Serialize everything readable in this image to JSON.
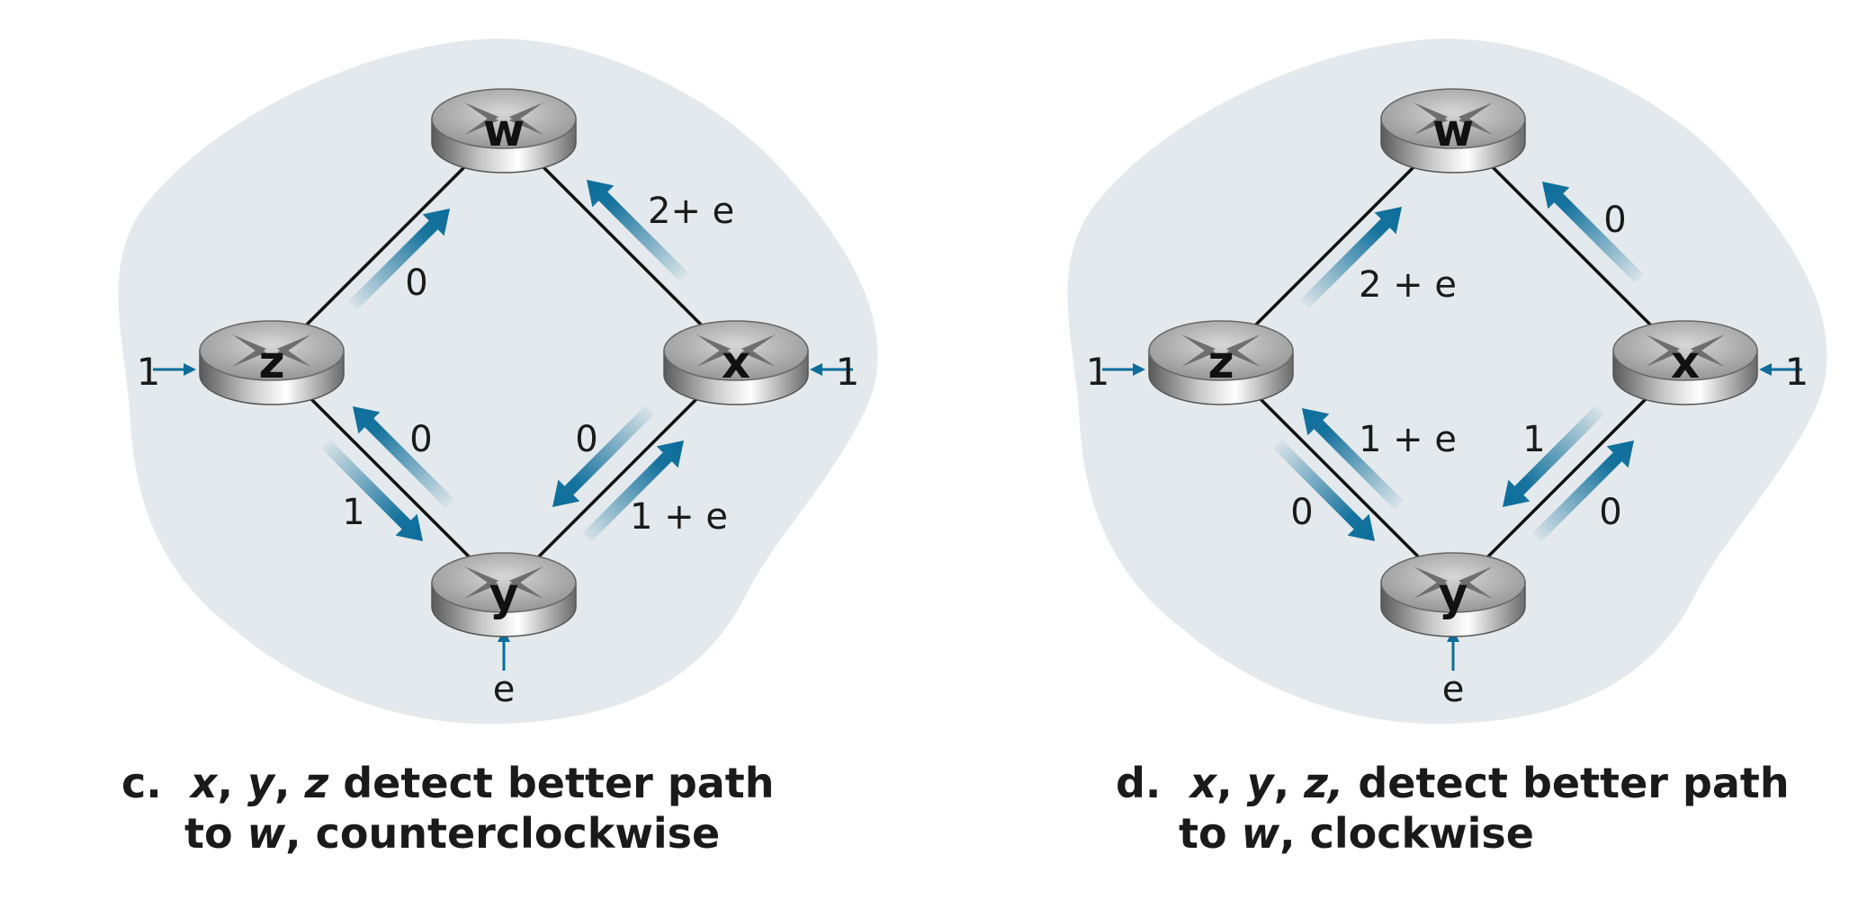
{
  "panels": [
    {
      "id": "c",
      "nodes": {
        "w": "w",
        "x": "x",
        "y": "y",
        "z": "z"
      },
      "external": {
        "z": "1",
        "x": "1",
        "y": "e"
      },
      "link_labels": {
        "zw": "0",
        "xw": "2+ e",
        "zy_up": "0",
        "zy_down": "1",
        "xy_down": "0",
        "xy_up": "1 + e"
      },
      "caption": {
        "letter": "c.",
        "v1": "x",
        "v2": "y",
        "v3": "z",
        "line1_rest": "detect better path",
        "line2_pre": "to",
        "line2_var": "w",
        "line2_post": ", counterclockwise"
      }
    },
    {
      "id": "d",
      "nodes": {
        "w": "w",
        "x": "x",
        "y": "y",
        "z": "z"
      },
      "external": {
        "z": "1",
        "x": "1",
        "y": "e"
      },
      "link_labels": {
        "zw": "2 + e",
        "xw": "0",
        "zy_up": "1 + e",
        "zy_down": "0",
        "xy_down": "1",
        "xy_up": "0"
      },
      "caption": {
        "letter": "d.",
        "v1": "x",
        "v2": "y",
        "v3": "z,",
        "line1_rest": "detect better path",
        "line2_pre": "to",
        "line2_var": "w",
        "line2_post": ", clockwise"
      }
    }
  ],
  "colors": {
    "cloud": "#e3e9ec",
    "arrow": "#0c6d9a",
    "link": "#111111",
    "router_top": "#9a9a9a",
    "router_side": "#6f6f6f"
  }
}
